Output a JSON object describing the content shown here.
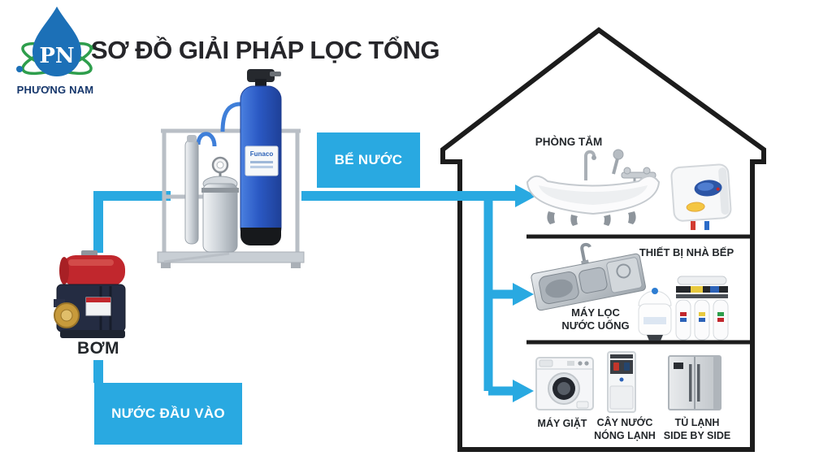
{
  "colors": {
    "accent_blue": "#29A9E1",
    "tank_blue": "#2B59C4",
    "outline_black": "#1C1C1C",
    "logo_drop_blue": "#1C70B7",
    "logo_orbit_green": "#2E9E4C",
    "logo_navy": "#15366B",
    "pump_red": "#C1272D",
    "pump_navy": "#242C42"
  },
  "logo": {
    "initials": "PN",
    "company": "PHƯƠNG NAM"
  },
  "title": "SƠ ĐỒ GIẢI PHÁP LỌC TỔNG",
  "flow": {
    "input_label": "NƯỚC ĐẦU VÀO",
    "pump_label": "BƠM",
    "tank_label": "BỂ NƯỚC",
    "filter_brand": "Funaco"
  },
  "house": {
    "bathroom": {
      "label": "PHÒNG TẮM"
    },
    "kitchen": {
      "label": "THIẾT BỊ NHÀ BẾP",
      "filter_label_line1": "MÁY LỌC",
      "filter_label_line2": "NƯỚC UỐNG"
    },
    "utility": {
      "washer_label": "MÁY GIẶT",
      "dispenser_label_line1": "CÂY NƯỚC",
      "dispenser_label_line2": "NÓNG LẠNH",
      "fridge_label_line1": "TỦ LẠNH",
      "fridge_label_line2": "SIDE BY SIDE"
    }
  }
}
